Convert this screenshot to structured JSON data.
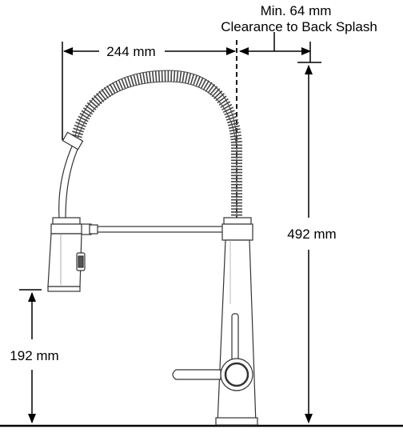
{
  "labels": {
    "top_clearance_line1": "Min. 64 mm",
    "top_clearance_line2": "Clearance to Back Splash",
    "reach": "244 mm",
    "height": "492 mm",
    "spout_height": "192 mm"
  },
  "colors": {
    "line": "#000000",
    "fixture_stroke": "#333333",
    "fixture_fill": "#ffffff"
  }
}
